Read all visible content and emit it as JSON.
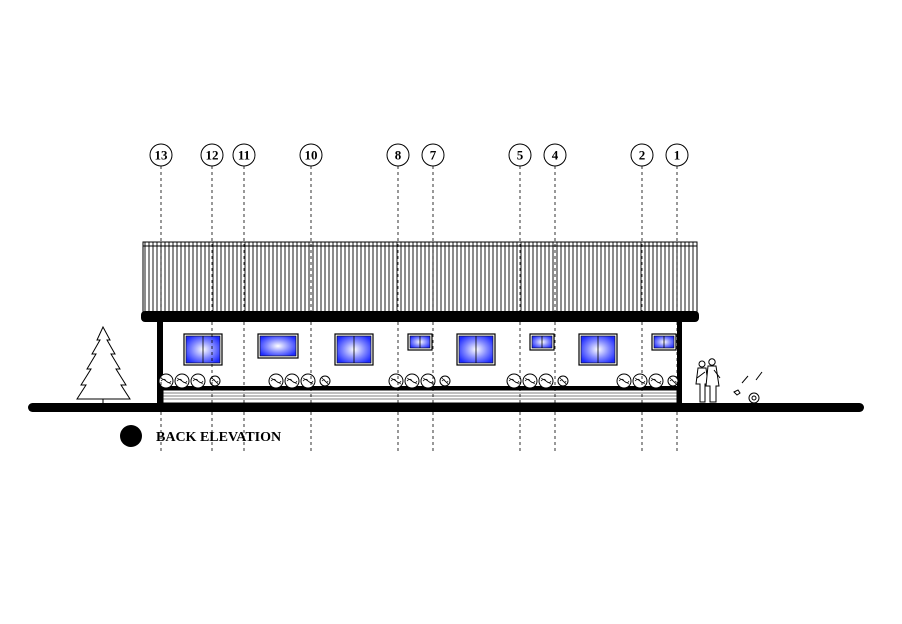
{
  "title": "BACK ELEVATION",
  "grid_lines": [
    "13",
    "12",
    "11",
    "10",
    "8",
    "7",
    "5",
    "4",
    "2",
    "1"
  ],
  "colors": {
    "line": "#000000",
    "window_glass_center": "#ffffff",
    "window_glass_edge": "#1f2cff",
    "background": "#ffffff"
  },
  "windows": [
    {
      "kind": "large-window"
    },
    {
      "kind": "wide-window"
    },
    {
      "kind": "large-window"
    },
    {
      "kind": "small-window"
    },
    {
      "kind": "large-window"
    },
    {
      "kind": "small-window"
    },
    {
      "kind": "large-window"
    },
    {
      "kind": "small-window"
    }
  ]
}
